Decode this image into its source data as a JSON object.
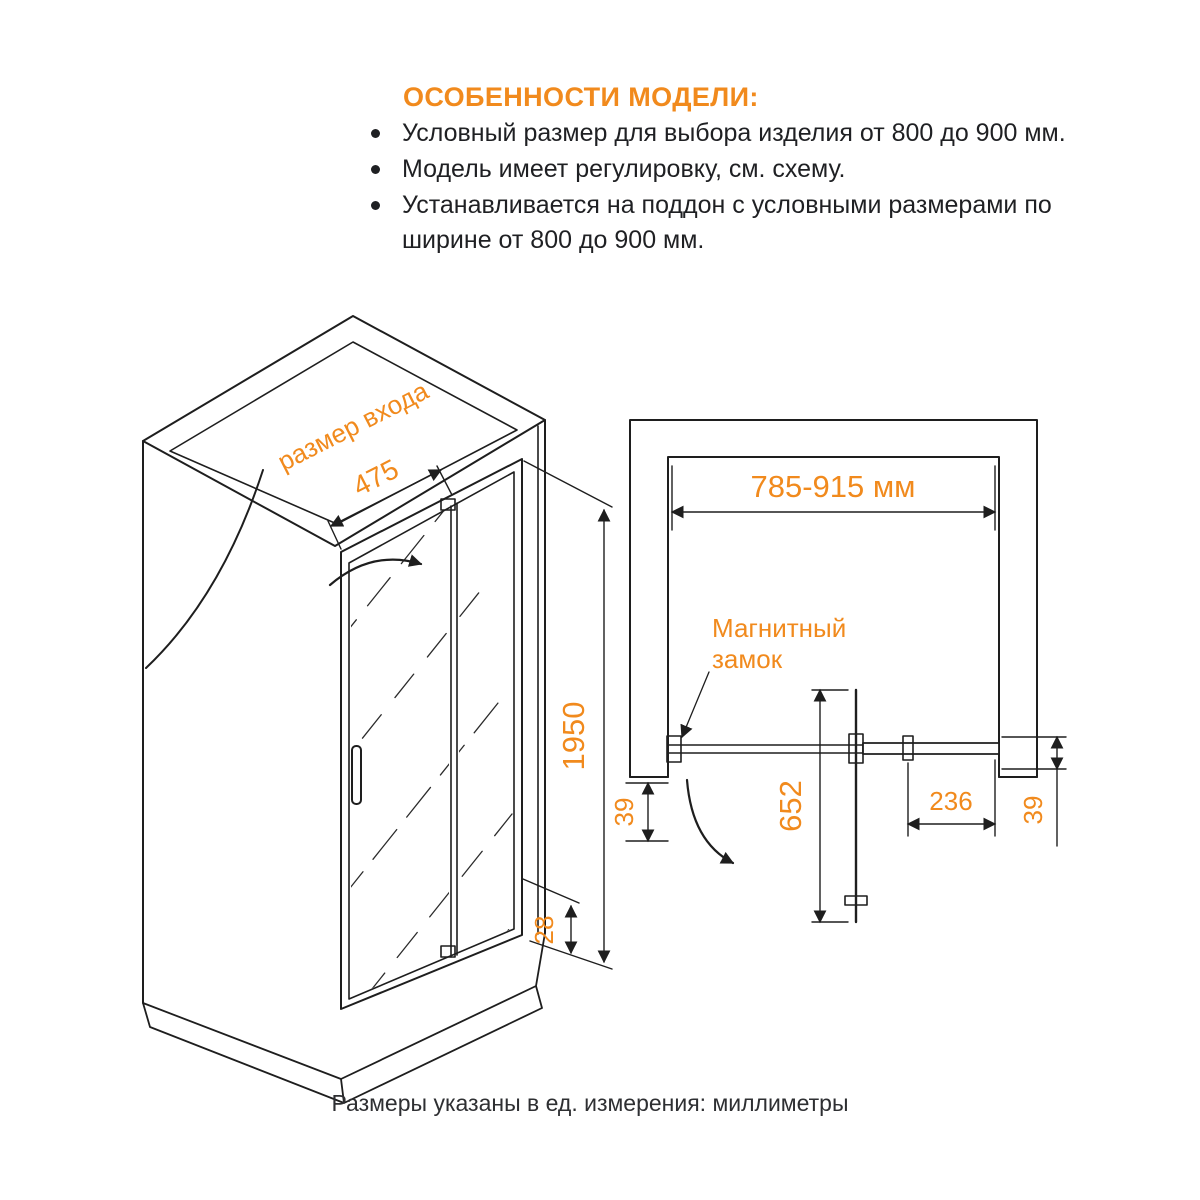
{
  "colors": {
    "accent": "#F18A1D",
    "line": "#1E1E1E",
    "text": "#1F2023"
  },
  "header": {
    "title": "ОСОБЕННОСТИ МОДЕЛИ:",
    "bullets": [
      "Условный размер для выбора изделия от 800 до 900 мм.",
      "Модель имеет регулировку, см. схему.",
      "Устанавливается на поддон с условными размерами по ширине от 800 до 900 мм."
    ]
  },
  "iso_view": {
    "entrance_label": "размер входа",
    "entrance_width": "475",
    "door_height": "1950",
    "threshold_height": "28"
  },
  "plan_view": {
    "width_range": "785-915 мм",
    "magnet_label_line1": "Магнитный",
    "magnet_label_line2": "замок",
    "left_adjustment": "39",
    "door_panel_width": "652",
    "fixed_panel_width": "236",
    "right_adjustment": "39"
  },
  "footer": {
    "units_note": "Размеры указаны в ед. измерения: миллиметры"
  }
}
